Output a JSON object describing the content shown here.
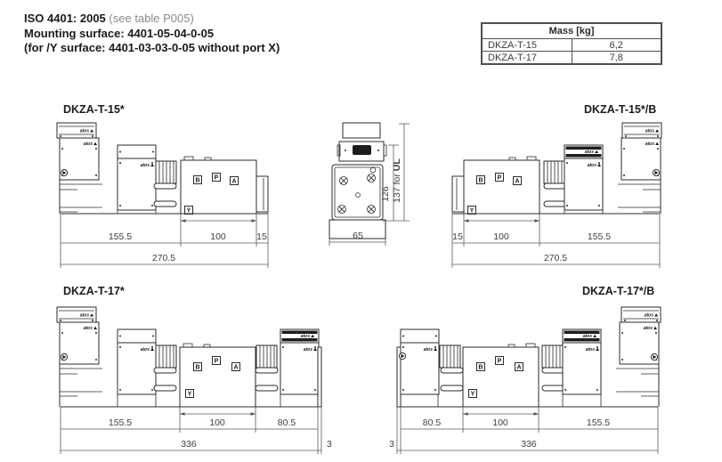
{
  "header": {
    "iso_bold": "ISO 4401: 2005",
    "iso_note": "(see table P005)",
    "line2": "Mounting surface: 4401-05-04-0-05",
    "line3": "(for /Y surface: 4401-03-03-0-05 without port X)"
  },
  "mass_table": {
    "title": "Mass [kg]",
    "rows": [
      {
        "model": "DKZA-T-15",
        "mass": "6,2"
      },
      {
        "model": "DKZA-T-17",
        "mass": "7,8"
      }
    ]
  },
  "brand": "atos",
  "ports": {
    "b": "B",
    "p": "P",
    "a": "A",
    "y": "Y"
  },
  "drawings": {
    "t15": {
      "title": "DKZA-T-15*",
      "dims": {
        "seg1": "155.5",
        "seg2": "100",
        "seg3": "15",
        "total": "270.5"
      }
    },
    "t15b": {
      "title": "DKZA-T-15*/B",
      "dims": {
        "seg1": "15",
        "seg2": "100",
        "seg3": "155.5",
        "total": "270.5"
      }
    },
    "t17": {
      "title": "DKZA-T-17*",
      "dims": {
        "seg1": "155.5",
        "seg2": "100",
        "seg3": "80.5",
        "total": "336",
        "end": "3"
      }
    },
    "t17b": {
      "title": "DKZA-T-17*/B",
      "dims": {
        "seg1": "80.5",
        "seg2": "100",
        "seg3": "155.5",
        "total": "336",
        "end": "3"
      }
    },
    "mid": {
      "dims": {
        "height": "126",
        "ul_text": "137 for ",
        "ul_bold": "UL",
        "width": "65"
      }
    }
  }
}
